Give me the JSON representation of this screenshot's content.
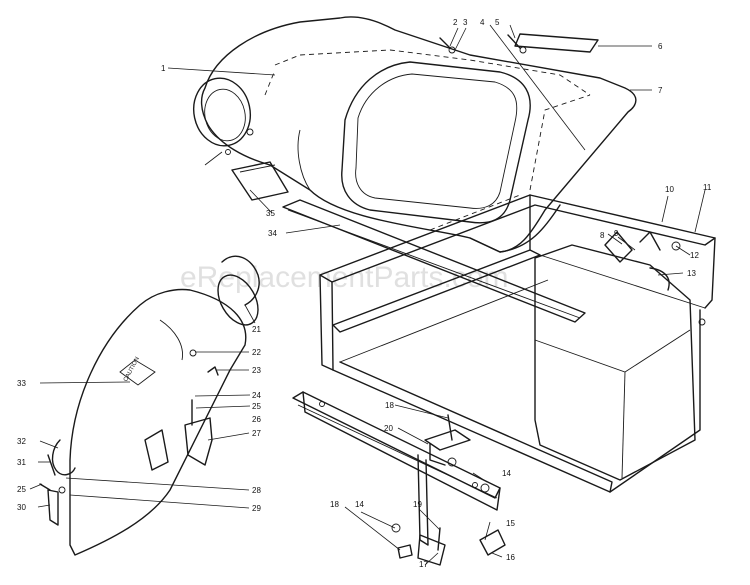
{
  "watermark": "eReplacementParts.com",
  "decal_text": "CAUTION",
  "callouts": [
    {
      "id": "1",
      "label": "1"
    },
    {
      "id": "2",
      "label": "2"
    },
    {
      "id": "3",
      "label": "3"
    },
    {
      "id": "4",
      "label": "4"
    },
    {
      "id": "5",
      "label": "5"
    },
    {
      "id": "6",
      "label": "6"
    },
    {
      "id": "7",
      "label": "7"
    },
    {
      "id": "8",
      "label": "8"
    },
    {
      "id": "9",
      "label": "9"
    },
    {
      "id": "10",
      "label": "10"
    },
    {
      "id": "11",
      "label": "11"
    },
    {
      "id": "12",
      "label": "12"
    },
    {
      "id": "13",
      "label": "13"
    },
    {
      "id": "14a",
      "label": "14"
    },
    {
      "id": "14b",
      "label": "14"
    },
    {
      "id": "15",
      "label": "15"
    },
    {
      "id": "16",
      "label": "16"
    },
    {
      "id": "17",
      "label": "17"
    },
    {
      "id": "18a",
      "label": "18"
    },
    {
      "id": "18b",
      "label": "18"
    },
    {
      "id": "19",
      "label": "19"
    },
    {
      "id": "20",
      "label": "20"
    },
    {
      "id": "21",
      "label": "21"
    },
    {
      "id": "22",
      "label": "22"
    },
    {
      "id": "23",
      "label": "23"
    },
    {
      "id": "24",
      "label": "24"
    },
    {
      "id": "25a",
      "label": "25"
    },
    {
      "id": "25b",
      "label": "25"
    },
    {
      "id": "26",
      "label": "26"
    },
    {
      "id": "27",
      "label": "27"
    },
    {
      "id": "28",
      "label": "28"
    },
    {
      "id": "29",
      "label": "29"
    },
    {
      "id": "30",
      "label": "30"
    },
    {
      "id": "31",
      "label": "31"
    },
    {
      "id": "32",
      "label": "32"
    },
    {
      "id": "33",
      "label": "33"
    },
    {
      "id": "34",
      "label": "34"
    },
    {
      "id": "35",
      "label": "35"
    }
  ]
}
